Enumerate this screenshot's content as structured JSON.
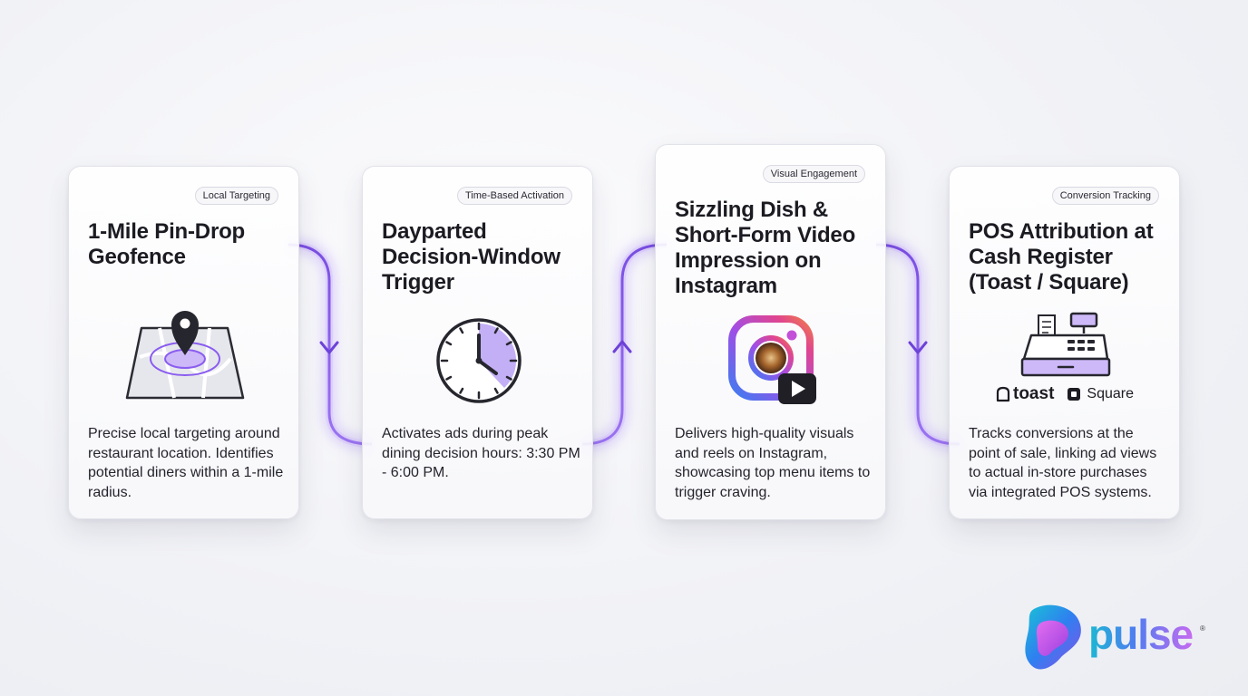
{
  "steps": [
    {
      "badge": "Local Targeting",
      "title": "1-Mile Pin-Drop Geofence",
      "description": "Precise local targeting around restaurant location. Identifies potential diners within a 1-mile radius.",
      "icon": "map-pin-icon"
    },
    {
      "badge": "Time-Based Activation",
      "title": "Dayparted Decision-Window Trigger",
      "description": "Activates ads during peak dining decision hours: 3:30 PM - 6:00 PM.",
      "icon": "clock-icon"
    },
    {
      "badge": "Visual Engagement",
      "title": "Sizzling Dish & Short-Form Video Impression on Instagram",
      "description": "Delivers high-quality visuals and reels on Instagram, showcasing top menu items to trigger craving.",
      "icon": "instagram-video-icon"
    },
    {
      "badge": "Conversion Tracking",
      "title": "POS Attribution at Cash Register (Toast / Square)",
      "description": "Tracks conversions at the point of sale, linking ad views to actual in-store purchases via integrated POS systems.",
      "icon": "cash-register-icon",
      "logos": {
        "toast": "toast",
        "square": "Square"
      }
    }
  ],
  "brand": {
    "name": "pulse",
    "mark": "®"
  },
  "colors": {
    "accent": "#8a5cf0",
    "connector": "#7b4fe0",
    "brand_start": "#1bb8d3",
    "brand_end": "#c66bf0"
  }
}
